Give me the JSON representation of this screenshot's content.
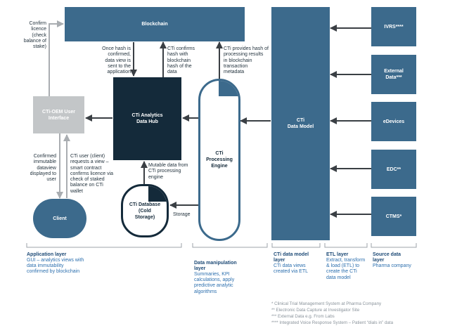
{
  "nodes": {
    "blockchain": "Blockchain",
    "oem": "CTi-OEM User\nInterface",
    "hub": "CTi Analytics\nData Hub",
    "client": "Client",
    "database": "CTi Database\n(Cold\nStorage)",
    "engine": "CTi\nProcessing\nEngine",
    "model": "CTi\nData Model",
    "sources": [
      "IVRS****",
      "External\nData***",
      "eDevices",
      "EDC**",
      "CTMS*"
    ]
  },
  "annotations": {
    "confirm_licence": "Confirm\nlicence\n(check\nbalance of\nstake)",
    "hash_confirmed": "Once hash is\nconfirmed,\ndata view is\nsent to the\napplication",
    "cti_confirms": "CTi confirms\nhash with\nblockchain\nhash of the\ndata",
    "cti_provides": "CTi provides hash of\nprocessing results\nin blockchain\ntransaction\nmetadata",
    "confirmed_immutable": "Confirmed\nimmutable\ndataview\ndisplayed to\nuser",
    "cti_user_requests": "CTi user (client)\nrequests a view –\nsmart contract\nconfirms licence via\ncheck of staked\nbalance on CTi\nwallet",
    "mutable_data": "Mutable data from\nCTi processing\nengine",
    "storage": "Storage"
  },
  "layers": [
    {
      "title": "Application layer",
      "desc": "GUI – analytics views with\ndata immutability\nconfirmed by blockchain"
    },
    {
      "title": "Data manipulation\nlayer",
      "desc": "Summaries, KPI\ncalculations, apply\npredictive analytic\nalgorithms"
    },
    {
      "title": "CTi data model\nlayer",
      "desc": "CTi data views\ncreated via ETL"
    },
    {
      "title": "ETL layer",
      "desc": "Extract, transform\n& load (ETL) to\ncreate the CTi\ndata model"
    },
    {
      "title": "Source data\nlayer",
      "desc": "Pharma company"
    }
  ],
  "footnotes": [
    "* Clinical Trial Management System at Pharma Company",
    "** Electronic Data Capture at Investigator Site",
    "*** External Data e.g. From Labs",
    "**** Integrated Voice Response System – Patient “dials in” data"
  ],
  "colors": {
    "primary": "#3c6a8c",
    "dark": "#142a3a",
    "grey": "#c3c6c8",
    "arrow_dark": "#3a3f44",
    "arrow_grey": "#a9adb1",
    "layer_blue": "#2c6fae"
  }
}
